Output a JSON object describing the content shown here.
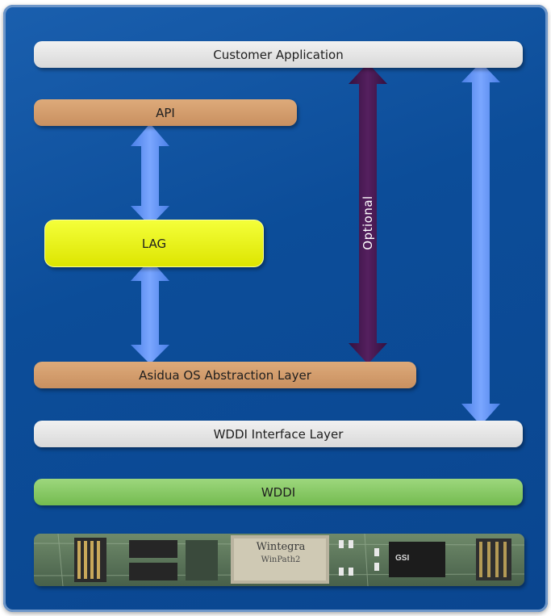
{
  "layers": {
    "customer_application": "Customer Application",
    "api": "API",
    "lag": "LAG",
    "os_abstraction": "Asidua OS Abstraction Layer",
    "wddi_interface": "WDDI Interface Layer",
    "wddi": "WDDI"
  },
  "arrows": {
    "optional_label": "Optional"
  },
  "hardware": {
    "chip_brand": "Wintegra",
    "chip_model": "WinPath2",
    "chip_brand_2": "GSI"
  },
  "colors": {
    "panel": "#0c4d99",
    "grey_bar": "#e3e3e3",
    "orange_bar": "#d49b6b",
    "green_bar": "#82c45c",
    "lag_box": "#eef700",
    "blue_arrow": "#5a8ef0",
    "purple_arrow": "#3f1452"
  }
}
